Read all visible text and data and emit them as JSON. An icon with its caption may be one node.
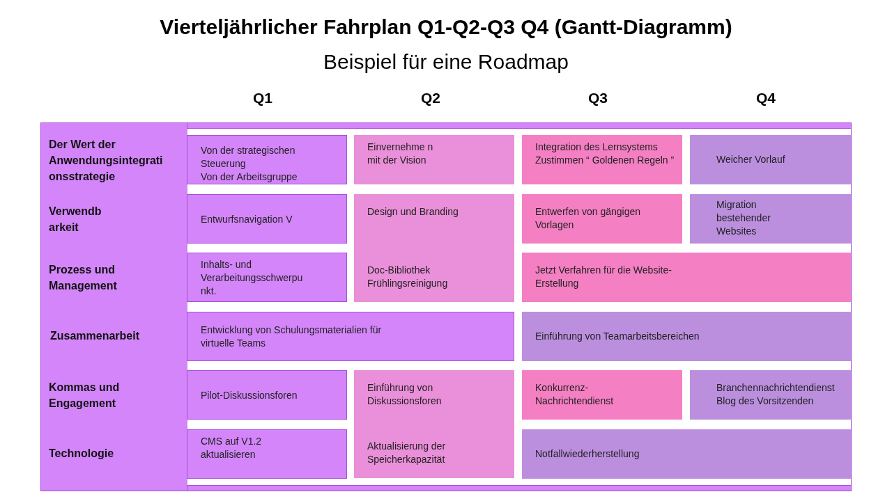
{
  "diagram": {
    "title": "Vierteljährlicher Fahrplan Q1-Q2-Q3 Q4 (Gantt-Diagramm)",
    "nodes": [
      {
        "text": [
          "Von der strategischen Steuerung",
          "Von der Arbeitsgruppe"
        ]
      },
      {
        "text": [
          "Einvernehme n mit der Vision"
        ]
      },
      {
        "text": [
          "Integration des Lernsystems Zustimmen “ Goldenen Regeln ”"
        ]
      },
      {
        "text": [
          "Weicher Vorlauf"
        ]
      },
      {
        "text": [
          "Entwurfsnavigation V"
        ]
      },
      {
        "text": [
          "Design und Branding",
          "Doc-Bibliothek Frühlingsreinigung"
        ]
      },
      {
        "text": [
          "Entwerfen von gängigen Vorlagen"
        ]
      },
      {
        "text": [
          "Migration bestehender Websites"
        ]
      },
      {
        "text": [
          "Inhalts- und Verarbeitungsschwerpu nkt."
        ]
      },
      {
        "text": [
          "Jetzt Verfahren für die Website- Erstellung"
        ]
      },
      {
        "text": [
          "Entwicklung von Schulungsmaterialien für virtuelle Teams"
        ]
      },
      {
        "text": [
          "Einführung von Teamarbeitsbereichen"
        ]
      },
      {
        "text": [
          "Pilot-Diskussionsforen"
        ]
      },
      {
        "text": [
          "Einführung von Diskussionsforen",
          "Aktualisierung der Speicherkapazität"
        ]
      },
      {
        "text": [
          "Konkurrenz- Nachrichtendienst"
        ]
      },
      {
        "text": [
          "Branchennachrichtendienst Blog des Vorsitzenden"
        ]
      },
      {
        "text": [
          "CMS auf V1.2 aktualisieren"
        ]
      },
      {
        "text": [
          "Notfallwiederherstellung"
        ]
      }
    ],
    "labels": [
      "Beispiel für eine Roadmap",
      "Q1",
      "Q2",
      "Q3",
      "Q4",
      "Der Wert der Anwendungsintegrati onsstrategie",
      "Verwendb arkeit",
      "Prozess und Management",
      "Zusammenarbeit",
      "Kommas und Engagement",
      "Technologie"
    ]
  }
}
